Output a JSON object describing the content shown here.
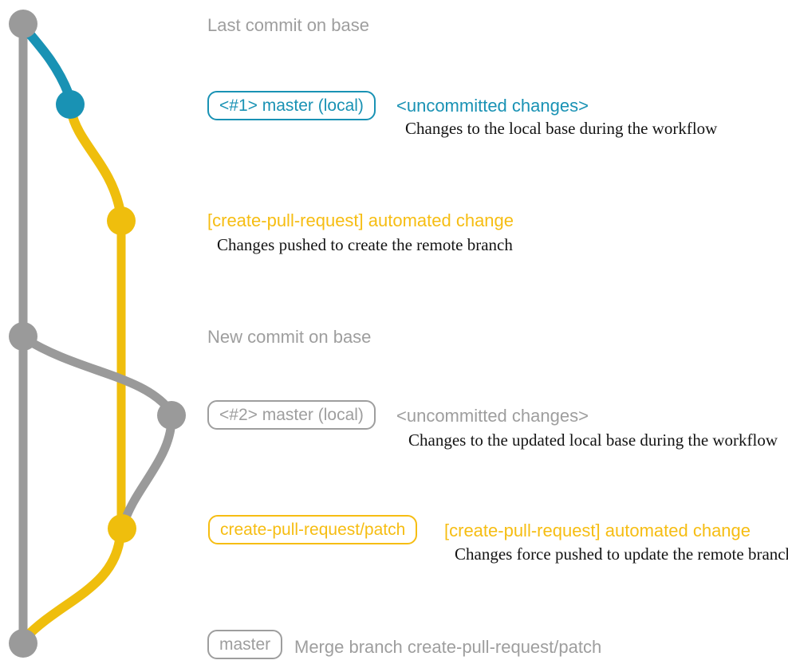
{
  "colors": {
    "background": "#ffffff",
    "gray": "#9a9a9a",
    "gray_text": "#9e9e9e",
    "blue": "#1992b4",
    "yellow": "#efbe0d",
    "yellow_text": "#f6bd12",
    "ink": "#141414"
  },
  "graph": {
    "base_branch_color_name": "gray",
    "local_change_color_name": "blue",
    "automated_change_color_name": "yellow",
    "commit_count": 7
  },
  "annotations": {
    "last_commit_label": "Last commit on base",
    "row1": {
      "badge": "<#1> master (local)",
      "heading": "<uncommitted changes>",
      "description": "Changes to the local base during the workflow"
    },
    "row2": {
      "heading": "[create-pull-request] automated change",
      "description": "Changes pushed to create the remote branch"
    },
    "new_commit_label": "New commit on base",
    "row3": {
      "badge": "<#2> master (local)",
      "heading": "<uncommitted changes>",
      "description": "Changes to the updated local base during the workflow"
    },
    "row4": {
      "badge": "create-pull-request/patch",
      "heading": "[create-pull-request] automated change",
      "description": "Changes force pushed to update the remote branch"
    },
    "row5": {
      "badge": "master",
      "heading": "Merge branch create-pull-request/patch"
    }
  }
}
